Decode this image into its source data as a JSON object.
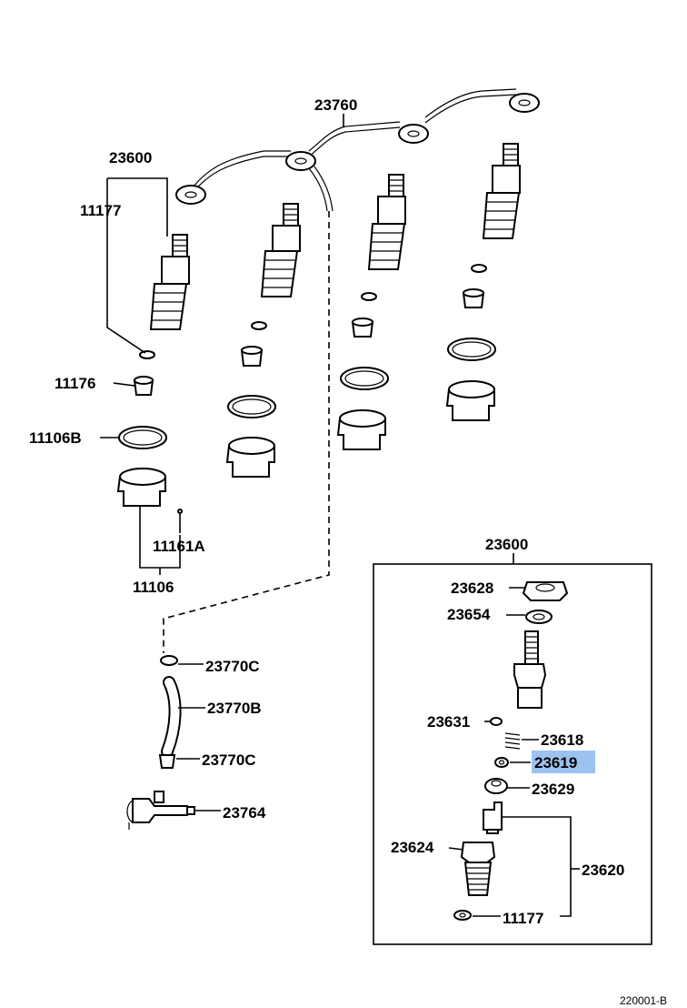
{
  "diagram": {
    "ref_code": "220001-B",
    "highlight_color": "#9cc3ef",
    "labels": {
      "p23760": "23760",
      "p23600_top": "23600",
      "p11177_top": "11177",
      "p11176": "11176",
      "p11106B": "11106B",
      "p11161A": "11161A",
      "p11106": "11106",
      "p23770C_a": "23770C",
      "p23770B": "23770B",
      "p23770C_b": "23770C",
      "p23764": "23764",
      "p23600_box": "23600",
      "p23628": "23628",
      "p23654": "23654",
      "p23631": "23631",
      "p23618": "23618",
      "p23619": "23619",
      "p23629": "23629",
      "p23624": "23624",
      "p23620": "23620",
      "p11177_box": "11177"
    }
  }
}
